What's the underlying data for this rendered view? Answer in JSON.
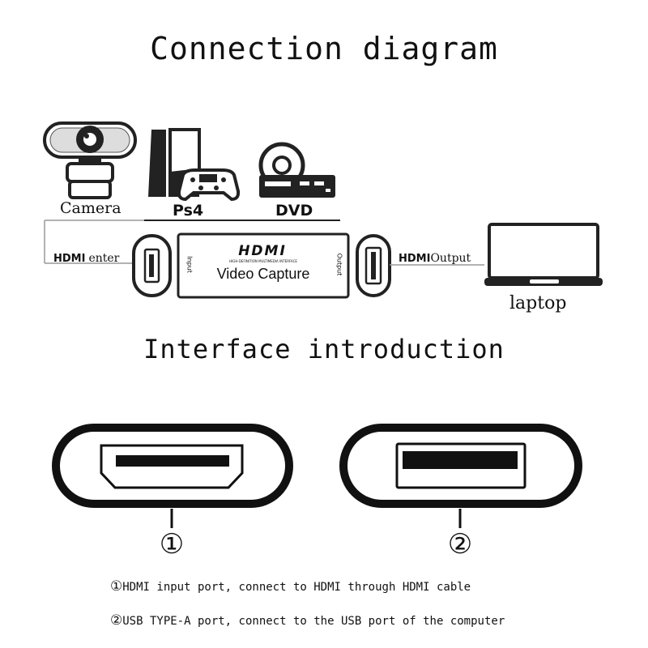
{
  "titles": {
    "connection": "Connection diagram",
    "interface": "Interface introduction"
  },
  "devices": {
    "camera": "Camera",
    "ps4": "Ps4",
    "dvd": "DVD",
    "laptop": "laptop"
  },
  "capture": {
    "logo": "HDMI",
    "subtitle": "HIGH-DEFINITION MULTIMEDIA INTERFACE",
    "name": "Video Capture",
    "input_label": "Input",
    "output_label": "Output"
  },
  "connections": {
    "left_hdmi": "HDMI",
    "left_word": "enter",
    "right_hdmi": "HDMI",
    "right_word": "Output"
  },
  "ports": {
    "port1_marker": "①",
    "port2_marker": "②",
    "note1_marker": "①",
    "note1_text": "HDMI input port, connect to HDMI through HDMI cable",
    "note2_marker": "②",
    "note2_text": "USB TYPE-A port, connect to the USB port of the computer"
  }
}
